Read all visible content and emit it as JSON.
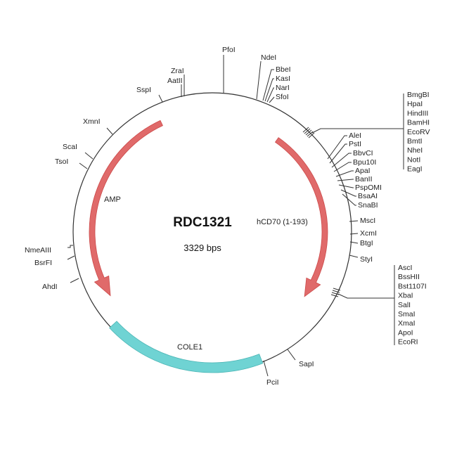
{
  "plasmid": {
    "name": "RDC1321",
    "size": "3329 bps"
  },
  "features": {
    "amp": "AMP",
    "hcd70": "hCD70 (1-193)",
    "cole1": "COLE1"
  },
  "colors": {
    "arrow": "#e06a6a",
    "arrow_edge": "#cc4a4a",
    "ori": "#6fd3d3",
    "backbone": "#333333"
  },
  "sites": {
    "pfoi": "PfoI",
    "ndei": "NdeI",
    "bbei": "BbeI",
    "kasi": "KasI",
    "nari": "NarI",
    "sfoi": "SfoI",
    "zrai": "ZraI",
    "aatii": "AatII",
    "sspi": "SspI",
    "xmni": "XmnI",
    "scai": "ScaI",
    "tsoi": "TsoI",
    "nmeaiii": "NmeAIII",
    "bsrfi": "BsrFI",
    "ahdi": "AhdI",
    "mcs1": [
      "BmgBI",
      "HpaI",
      "HindIII",
      "BamHI",
      "EcoRV",
      "BmtI",
      "NheI",
      "NotI",
      "EagI"
    ],
    "alei": "AleI",
    "psti": "PstI",
    "bbvci": "BbvCI",
    "bpu10i": "Bpu10I",
    "apai": "ApaI",
    "banii": "BanII",
    "pspomi": "PspOMI",
    "bsaai": "BsaAI",
    "snabi": "SnaBI",
    "msci": "MscI",
    "xcmi": "XcmI",
    "btgi": "BtgI",
    "styi": "StyI",
    "mcs2": [
      "AscI",
      "BssHII",
      "Bst1107I",
      "XbaI",
      "SalI",
      "SmaI",
      "XmaI",
      "ApoI",
      "EcoRI"
    ],
    "sapi": "SapI",
    "pcii": "PciI"
  }
}
